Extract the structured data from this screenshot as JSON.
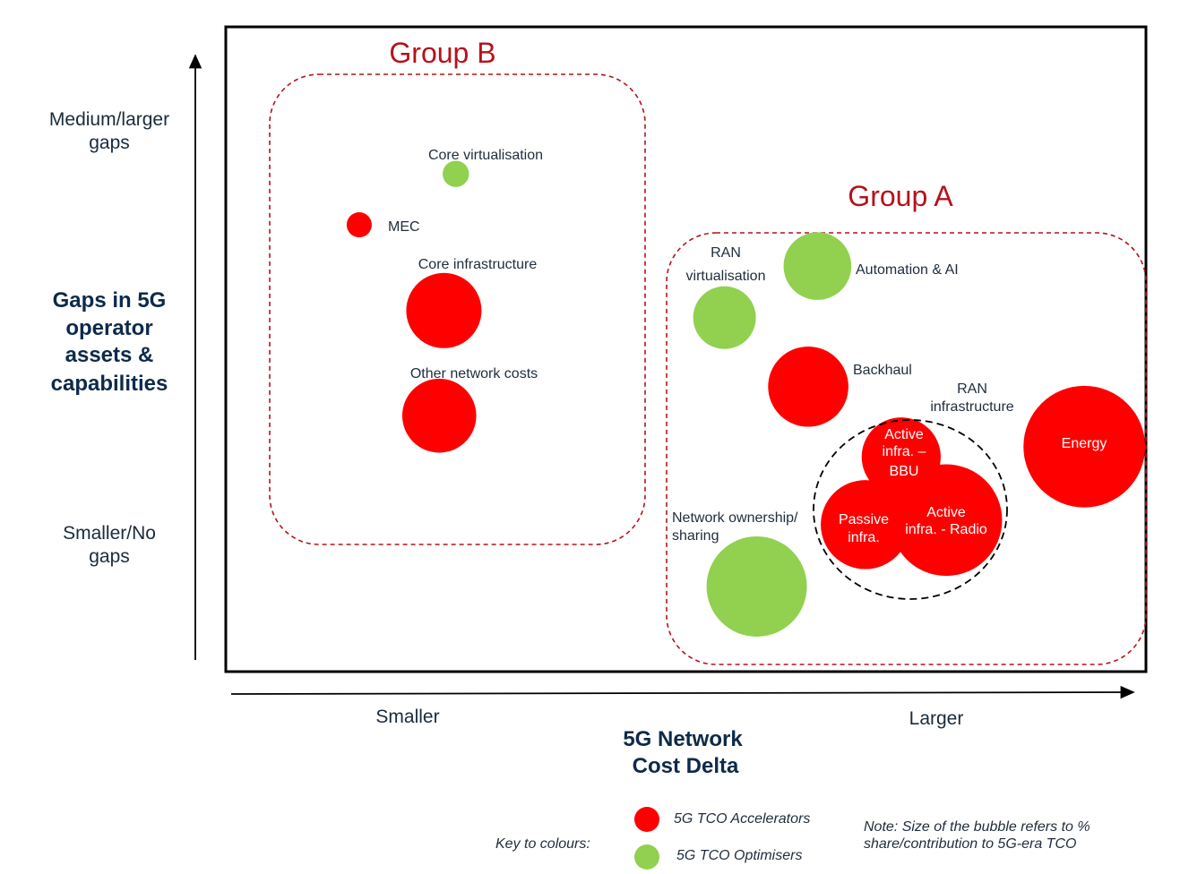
{
  "chart_data": {
    "type": "scatter",
    "subtype": "bubble",
    "xlabel": "5G Network Cost Delta",
    "ylabel": "Gaps in 5G operator assets & capabilities",
    "x_ticks": [
      "Smaller",
      "Larger"
    ],
    "y_ticks": [
      "Medium/larger gaps",
      "Smaller/No gaps"
    ],
    "xlim": [
      0,
      100
    ],
    "ylim": [
      0,
      100
    ],
    "colors": {
      "accelerator": "#ff0000",
      "optimiser": "#92d050"
    },
    "groups": [
      {
        "name": "Group B",
        "members": [
          "Core virtualisation",
          "MEC",
          "Core infrastructure",
          "Other network costs"
        ]
      },
      {
        "name": "Group A",
        "members": [
          "RAN virtualisation",
          "Automation & AI",
          "Backhaul",
          "Energy",
          "Network ownership/ sharing",
          "RAN infrastructure"
        ]
      }
    ],
    "subgroup": {
      "name": "RAN infrastructure",
      "line1": "RAN",
      "line2": "infrastructure"
    },
    "bubbles": [
      {
        "label": "Core virtualisation",
        "x": 25.0,
        "y": 77.2,
        "size": 2.1,
        "kind": "optimiser"
      },
      {
        "label": "MEC",
        "x": 14.5,
        "y": 69.3,
        "size": 2.0,
        "kind": "accelerator"
      },
      {
        "label": "Core infrastructure",
        "x": 23.7,
        "y": 56.0,
        "size": 6.0,
        "kind": "accelerator"
      },
      {
        "label": "Other network costs",
        "x": 23.2,
        "y": 39.7,
        "size": 5.9,
        "kind": "accelerator"
      },
      {
        "label": "RAN virtualisation",
        "x": 54.2,
        "y": 54.9,
        "size": 5.0,
        "kind": "optimiser"
      },
      {
        "label": "Automation & AI",
        "x": 64.3,
        "y": 62.9,
        "size": 5.4,
        "kind": "optimiser"
      },
      {
        "label": "Backhaul",
        "x": 63.3,
        "y": 44.2,
        "size": 6.4,
        "kind": "accelerator"
      },
      {
        "label": "Energy",
        "x": 93.3,
        "y": 34.9,
        "size": 9.7,
        "kind": "accelerator"
      },
      {
        "label": "Network ownership/ sharing",
        "x": 57.7,
        "y": 13.2,
        "size": 8.0,
        "kind": "optimiser"
      },
      {
        "label": "Active infra. – BBU",
        "x": 73.4,
        "y": 33.3,
        "size": 6.3,
        "kind": "accelerator"
      },
      {
        "label": "Passive infra.",
        "x": 69.5,
        "y": 22.8,
        "size": 7.1,
        "kind": "accelerator"
      },
      {
        "label": "Active infra. - Radio",
        "x": 78.3,
        "y": 23.5,
        "size": 8.9,
        "kind": "accelerator"
      }
    ],
    "label_lines": {
      "ran_virt": [
        "RAN",
        "virtualisation"
      ],
      "net_own": [
        "Network ownership/",
        "sharing"
      ],
      "bbu": [
        "Active",
        "infra. –",
        "BBU"
      ],
      "passive": [
        "Passive",
        "infra."
      ],
      "radio": [
        "Active",
        "infra. - Radio"
      ]
    },
    "axis_text": {
      "y_top": [
        "Medium/larger",
        "gaps"
      ],
      "y_title": [
        "Gaps in 5G",
        "operator",
        "assets &",
        "capabilities"
      ],
      "y_bottom": [
        "Smaller/No",
        "gaps"
      ],
      "x_left": "Smaller",
      "x_right": "Larger",
      "x_title": [
        "5G Network",
        "Cost Delta"
      ]
    },
    "legend": {
      "key_label": "Key to colours:",
      "accelerators": "5G TCO Accelerators",
      "optimisers": "5G TCO Optimisers",
      "placement": "bottom-center"
    },
    "note": [
      "Note: Size of the bubble refers to %",
      "share/contribution to  5G-era TCO"
    ]
  }
}
